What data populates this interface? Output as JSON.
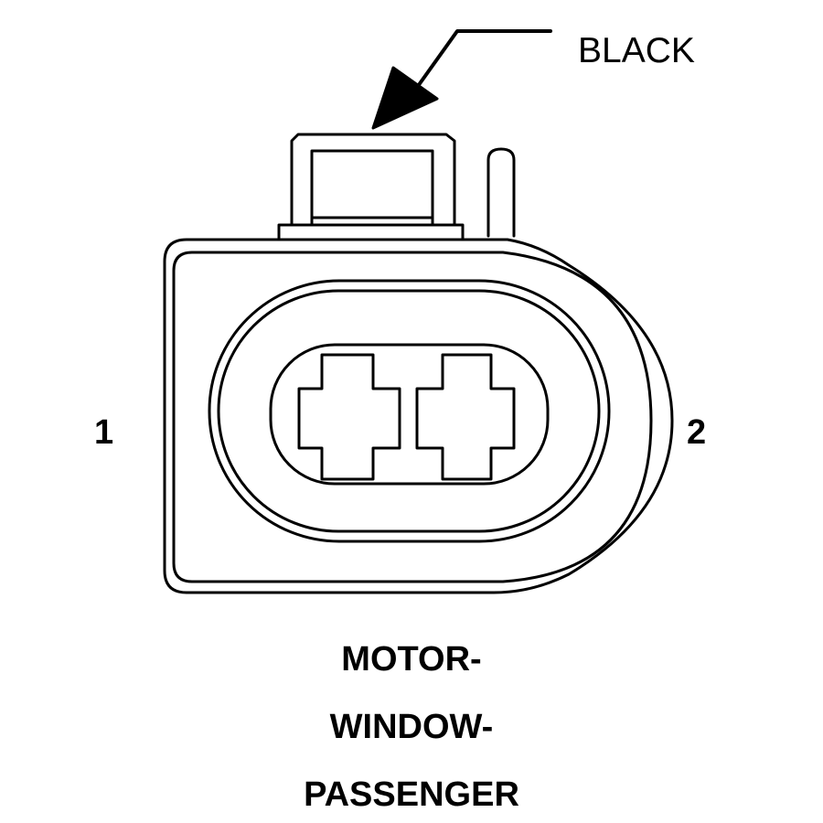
{
  "connector": {
    "color_label": "BLACK",
    "pin_labels": [
      "1",
      "2"
    ],
    "title_lines": [
      "MOTOR-",
      "WINDOW-",
      "PASSENGER"
    ]
  },
  "colors": {
    "line": "#000000",
    "background": "#ffffff"
  }
}
